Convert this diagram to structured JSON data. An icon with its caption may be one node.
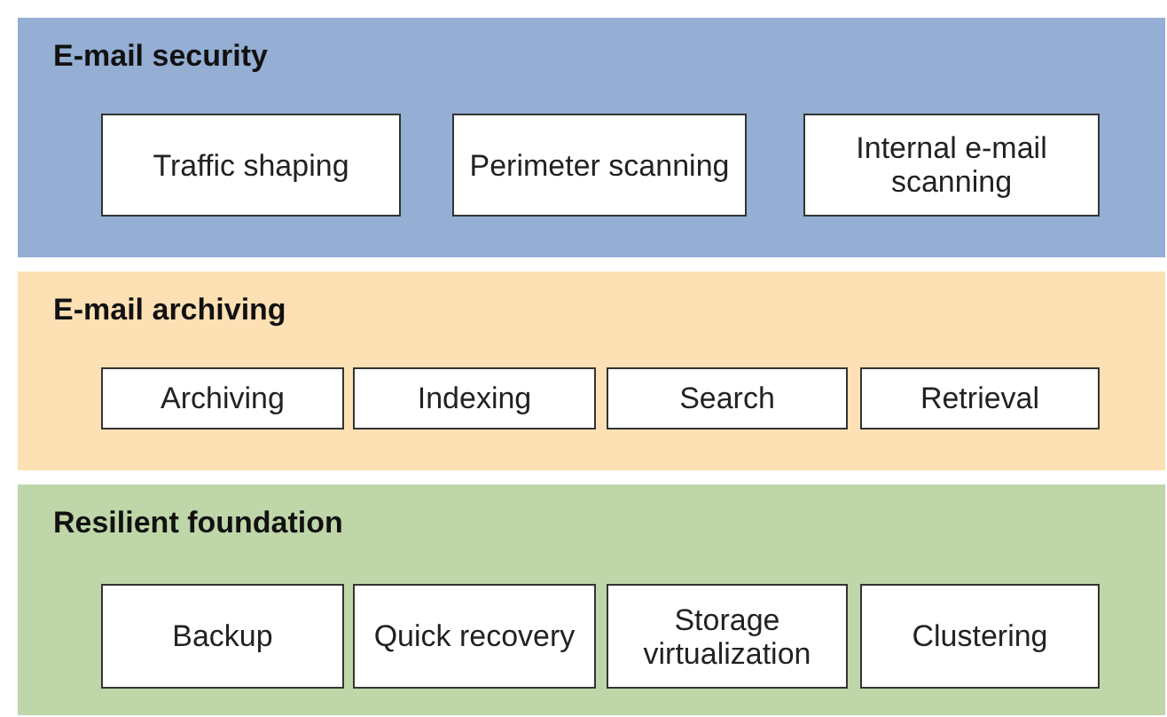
{
  "diagram": {
    "nodes": [
      {
        "text": [
          "E-mail security"
        ]
      },
      {
        "text": [
          "Traffic shaping"
        ],
        "in": 0
      },
      {
        "text": [
          "Perimeter scanning"
        ],
        "in": 0
      },
      {
        "text": [
          "Internal e-mail scanning"
        ],
        "in": 0
      },
      {
        "text": [
          "E-mail archiving"
        ]
      },
      {
        "text": [
          "Archiving"
        ],
        "in": 4
      },
      {
        "text": [
          "Indexing"
        ],
        "in": 4
      },
      {
        "text": [
          "Search"
        ],
        "in": 4
      },
      {
        "text": [
          "Retrieval"
        ],
        "in": 4
      },
      {
        "text": [
          "Resilient foundation"
        ]
      },
      {
        "text": [
          "Backup"
        ],
        "in": 9
      },
      {
        "text": [
          "Quick recovery"
        ],
        "in": 9
      },
      {
        "text": [
          "Storage virtualization"
        ],
        "in": 9
      },
      {
        "text": [
          "Clustering"
        ],
        "in": 9
      }
    ]
  }
}
